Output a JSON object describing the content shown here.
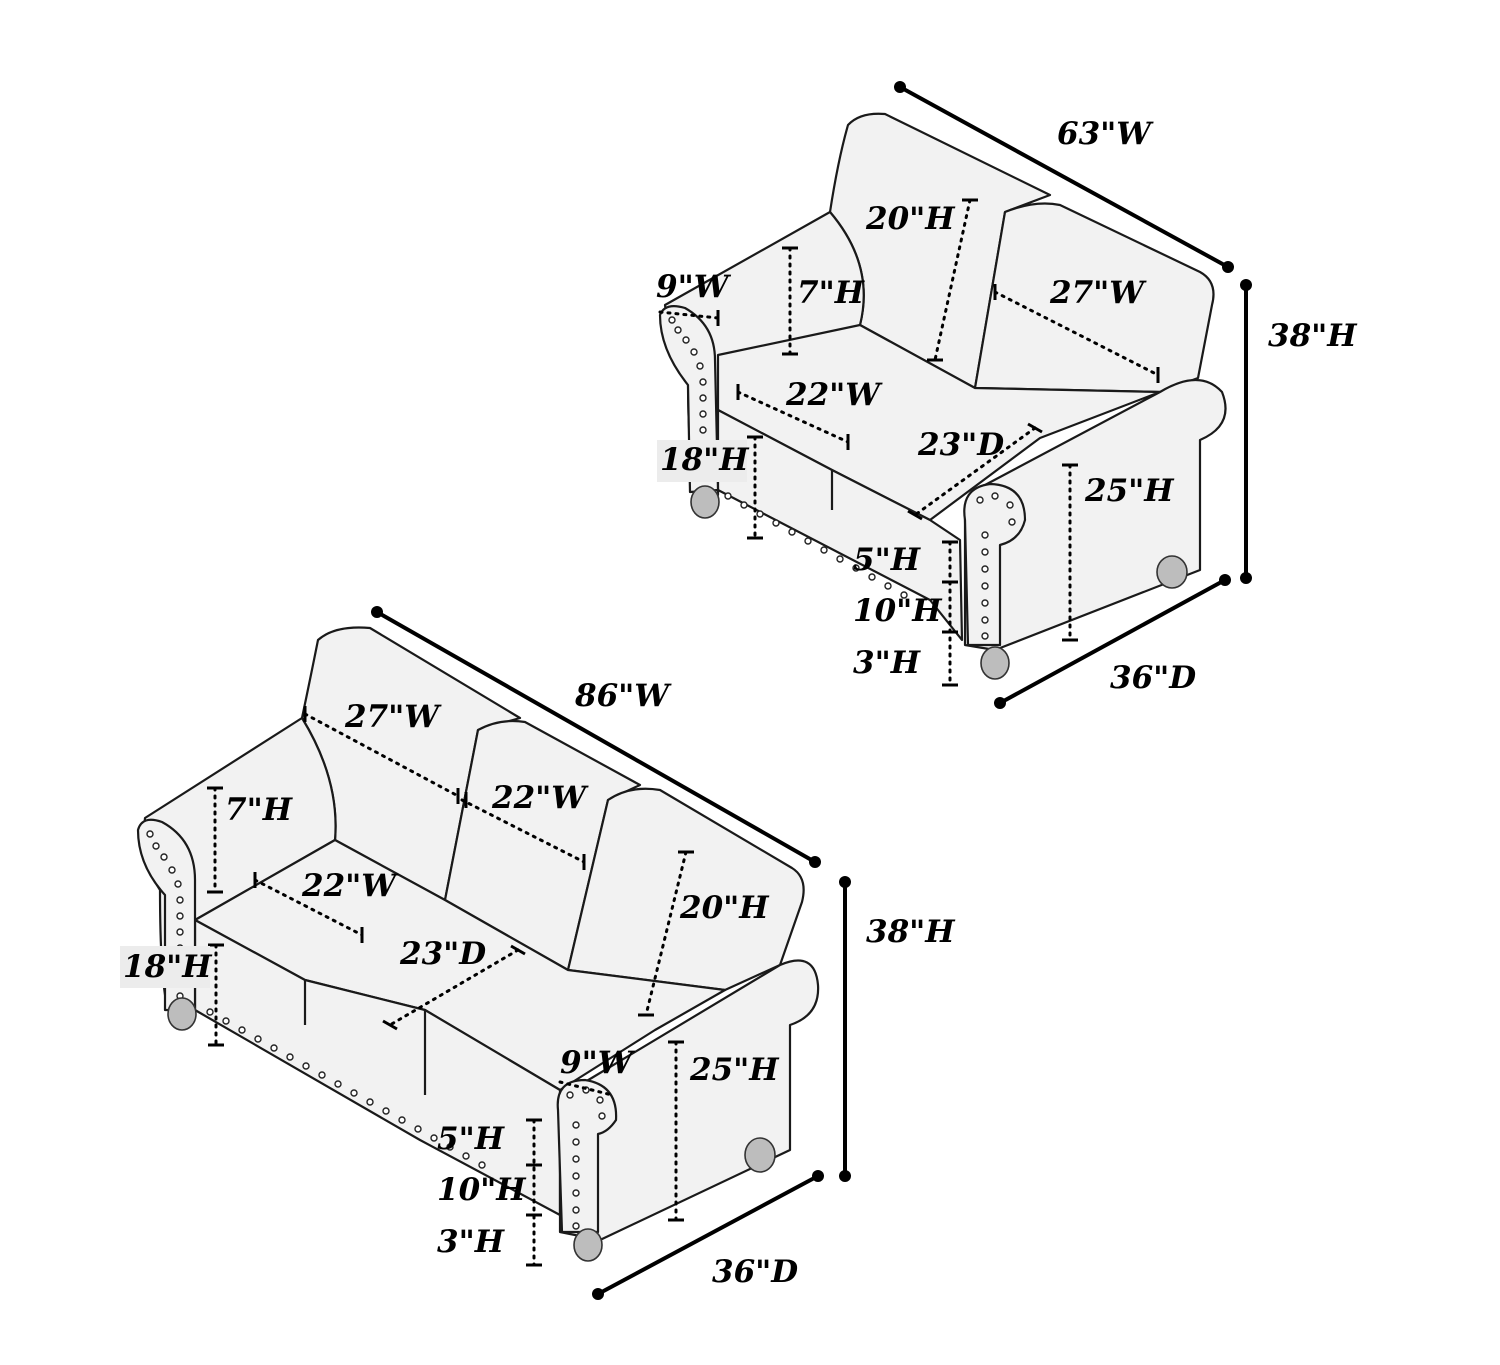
{
  "loveseat": {
    "overall_width": "63\"W",
    "overall_height": "38\"H",
    "overall_depth": "36\"D",
    "back_height": "20\"H",
    "back_cushion_width": "27\"W",
    "arm_width": "9\"W",
    "arm_height": "7\"H",
    "seat_width": "22\"W",
    "seat_depth": "23\"D",
    "seat_height": "18\"H",
    "arm_total_height": "25\"H",
    "cushion_height": "5\"H",
    "base_height": "10\"H",
    "leg_height": "3\"H"
  },
  "sofa": {
    "overall_width": "86\"W",
    "overall_height": "38\"H",
    "overall_depth": "36\"D",
    "back_cushion_width": "27\"W",
    "back_cushion_width_middle": "22\"W",
    "back_height": "20\"H",
    "arm_height": "7\"H",
    "seat_width": "22\"W",
    "seat_depth": "23\"D",
    "seat_height": "18\"H",
    "arm_width": "9\"W",
    "arm_total_height": "25\"H",
    "cushion_height": "5\"H",
    "base_height": "10\"H",
    "leg_height": "3\"H"
  }
}
